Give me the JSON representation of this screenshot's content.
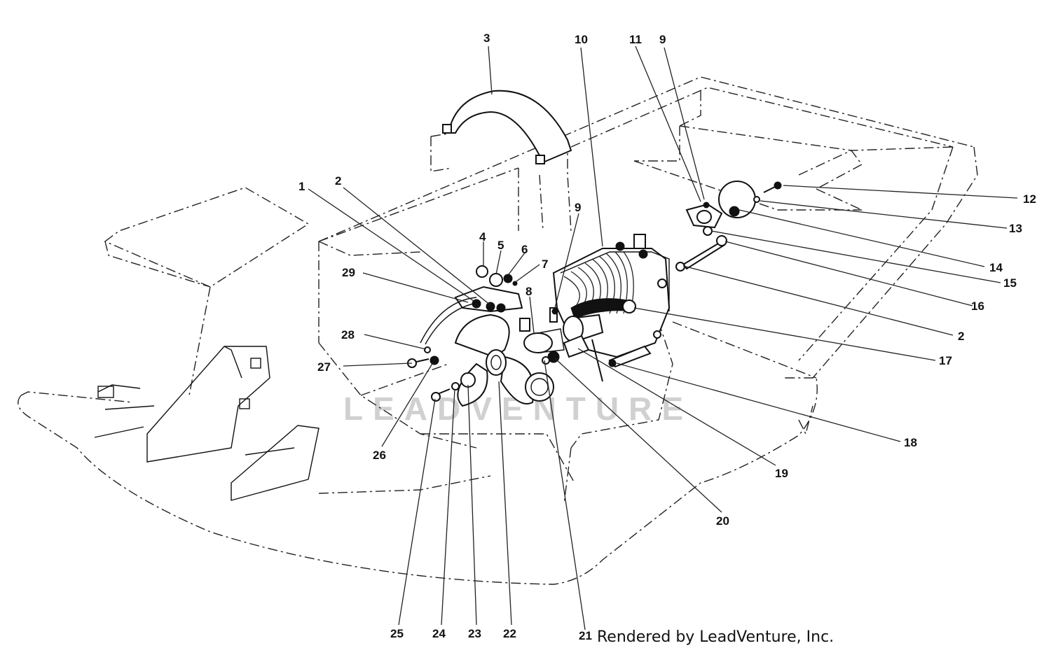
{
  "credit": "Rendered by LeadVenture, Inc.",
  "watermark": "LEADVENTURE",
  "callouts": [
    "1",
    "2",
    "3",
    "4",
    "5",
    "6",
    "7",
    "8",
    "9",
    "10",
    "11",
    "12",
    "13",
    "14",
    "15",
    "16",
    "17",
    "18",
    "19",
    "20",
    "21",
    "22",
    "23",
    "24",
    "25",
    "26",
    "27",
    "28",
    "29"
  ],
  "colors": {
    "ink": "#111111",
    "paper": "#ffffff",
    "watermark": "#d0d0d0"
  }
}
